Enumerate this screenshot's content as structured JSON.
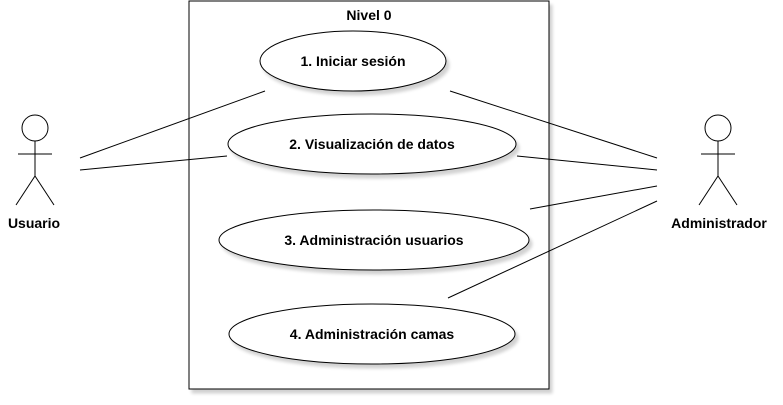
{
  "system": {
    "title": "Nivel 0"
  },
  "actors": [
    {
      "name": "Usuario"
    },
    {
      "name": "Administrador"
    }
  ],
  "use_cases": [
    {
      "label": "1. Iniciar sesión"
    },
    {
      "label": "2. Visualización de datos"
    },
    {
      "label": "3. Administración usuarios"
    },
    {
      "label": "4. Administración camas"
    }
  ],
  "associations": [
    {
      "actor": "Usuario",
      "use_case": "1. Iniciar sesión"
    },
    {
      "actor": "Usuario",
      "use_case": "2. Visualización de datos"
    },
    {
      "actor": "Administrador",
      "use_case": "1. Iniciar sesión"
    },
    {
      "actor": "Administrador",
      "use_case": "2. Visualización de datos"
    },
    {
      "actor": "Administrador",
      "use_case": "3. Administración usuarios"
    },
    {
      "actor": "Administrador",
      "use_case": "4. Administración camas"
    }
  ]
}
